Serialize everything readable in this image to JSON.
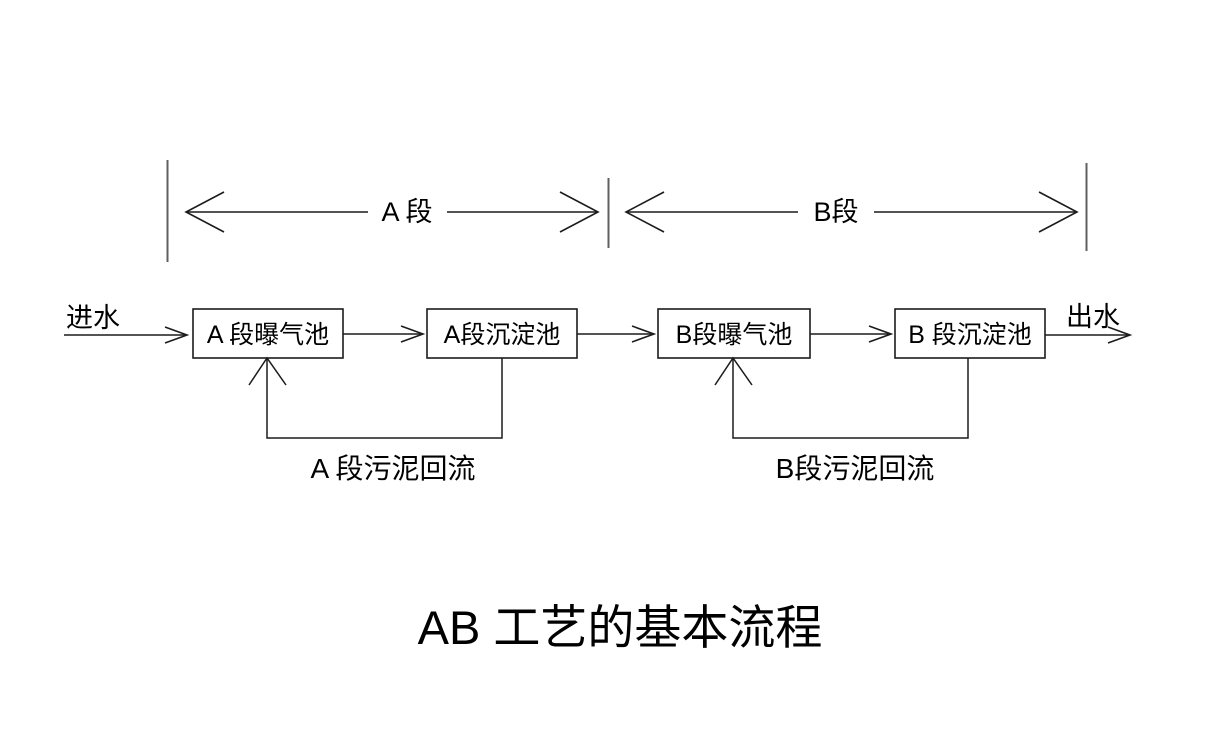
{
  "diagram": {
    "title": "AB 工艺的基本流程",
    "flow": {
      "inlet_label": "进水",
      "outlet_label": "出水",
      "boxes": {
        "a_aeration": "A 段曝气池",
        "a_sedimentation": "A段沉淀池",
        "b_aeration": "B段曝气池",
        "b_sedimentation": "B 段沉淀池"
      }
    },
    "sections": {
      "a_label": "A 段",
      "b_label": "B段"
    },
    "returns": {
      "a_label": "A 段污泥回流",
      "b_label": "B段污泥回流"
    },
    "colors": {
      "background": "#ffffff",
      "line": "#1c1c1c",
      "bar": "#606060",
      "text": "#000000"
    }
  }
}
